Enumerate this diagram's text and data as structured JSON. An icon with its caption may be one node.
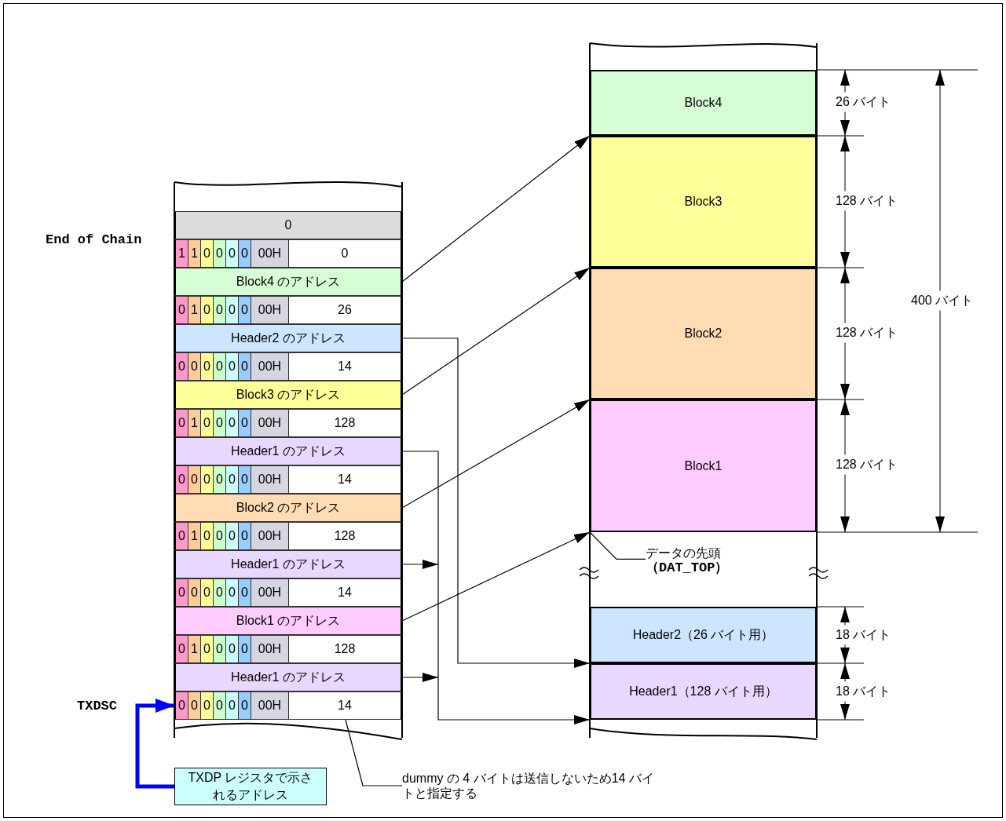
{
  "diagram": {
    "nodes": [
      {
        "text": [
          "0"
        ]
      },
      {
        "text": [
          "1",
          "1",
          "0",
          "0",
          "0",
          "0",
          "00H",
          "0"
        ],
        "beside": [
          "End of Chain"
        ]
      },
      {
        "text": [
          "Block4 のアドレス"
        ]
      },
      {
        "text": [
          "0",
          "1",
          "0",
          "0",
          "0",
          "0",
          "00H",
          "26"
        ]
      },
      {
        "text": [
          "Header2 のアドレス"
        ]
      },
      {
        "text": [
          "0",
          "0",
          "0",
          "0",
          "0",
          "0",
          "00H",
          "14"
        ]
      },
      {
        "text": [
          "Block3 のアドレス"
        ]
      },
      {
        "text": [
          "0",
          "1",
          "0",
          "0",
          "0",
          "0",
          "00H",
          "128"
        ]
      },
      {
        "text": [
          "Header1 のアドレス"
        ]
      },
      {
        "text": [
          "0",
          "0",
          "0",
          "0",
          "0",
          "0",
          "00H",
          "14"
        ]
      },
      {
        "text": [
          "Block2 のアドレス"
        ]
      },
      {
        "text": [
          "0",
          "1",
          "0",
          "0",
          "0",
          "0",
          "00H",
          "128"
        ]
      },
      {
        "text": [
          "Header1 のアドレス"
        ]
      },
      {
        "text": [
          "0",
          "0",
          "0",
          "0",
          "0",
          "0",
          "00H",
          "14"
        ]
      },
      {
        "text": [
          "Block1 のアドレス"
        ]
      },
      {
        "text": [
          "0",
          "1",
          "0",
          "0",
          "0",
          "0",
          "00H",
          "128"
        ]
      },
      {
        "text": [
          "Header1 のアドレス"
        ]
      },
      {
        "text": [
          "0",
          "0",
          "0",
          "0",
          "0",
          "0",
          "00H",
          "14"
        ]
      },
      {
        "text": [
          "TXDP レジスタで示されるアドレス"
        ]
      },
      {
        "text": [
          "dummy の 4 バイトは送信しないため14 バイトと指定する"
        ]
      },
      {
        "text": [
          "Block4"
        ]
      },
      {
        "text": [
          "Block3"
        ]
      },
      {
        "text": [
          "Block2"
        ]
      },
      {
        "text": [
          "Block1"
        ]
      },
      {
        "text": [
          "データの先頭",
          "（DAT_TOP）"
        ]
      },
      {
        "text": [
          "Header2（26 バイト用）"
        ]
      },
      {
        "text": [
          "Header1（128 バイト用）"
        ]
      }
    ],
    "edges": [
      {
        "from": 2,
        "to": 20,
        "arrow": "to"
      },
      {
        "from": 4,
        "to": 25,
        "arrow": "to"
      },
      {
        "from": 6,
        "to": 21,
        "arrow": "to"
      },
      {
        "from": 8,
        "to": 26,
        "arrow": "to"
      },
      {
        "from": 10,
        "to": 22,
        "arrow": "to"
      },
      {
        "from": 12,
        "to": 26,
        "arrow": "to"
      },
      {
        "from": 14,
        "to": 23,
        "arrow": "to"
      },
      {
        "from": 16,
        "to": 26,
        "arrow": "to"
      },
      {
        "from": 18,
        "to": 17,
        "arrow": "to",
        "style": "thick",
        "color": "#0000ff"
      },
      {
        "from": 19,
        "to": 17,
        "arrow": "none"
      },
      {
        "from": 24,
        "to": 23,
        "arrow": "none"
      }
    ],
    "labels": [
      "26 バイト",
      "128 バイト",
      "400 バイト",
      "128 バイト",
      "128 バイト",
      "18 バイト",
      "18 バイト",
      "TXDSC"
    ]
  }
}
